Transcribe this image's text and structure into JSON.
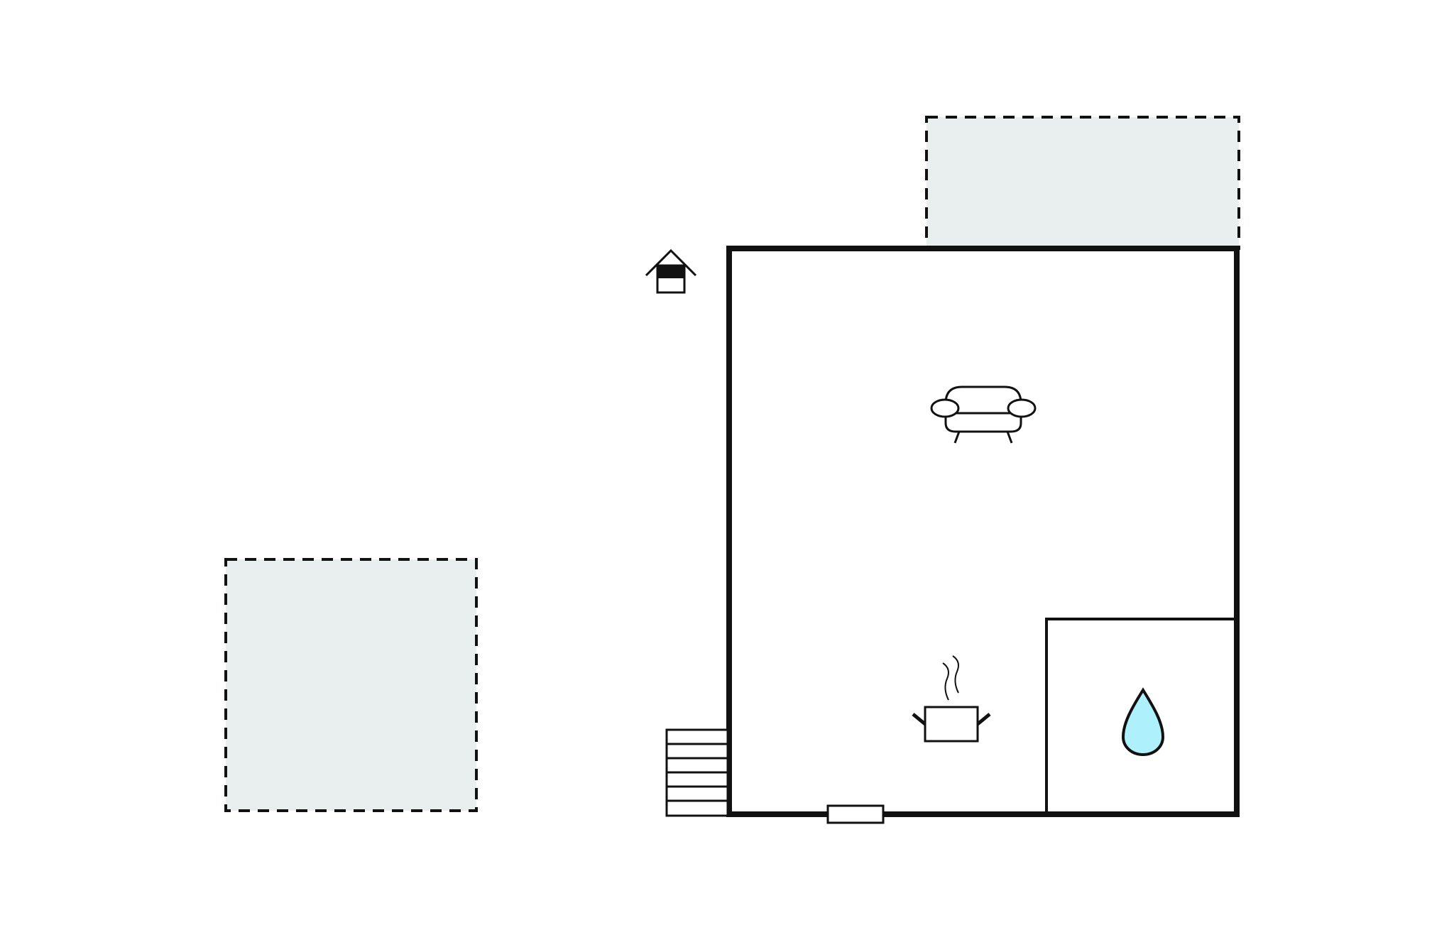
{
  "floorplan": {
    "colors": {
      "background": "#ffffff",
      "wall": "#111111",
      "outdoor_fill": "#e8efee",
      "outdoor_border": "#111111",
      "water_drop": "#aef0fb"
    },
    "rooms": [
      {
        "name": "main-room",
        "icon": "sofa-icon",
        "meaning": "living room"
      },
      {
        "name": "kitchen-area",
        "icon": "cooking-pot-icon",
        "meaning": "kitchen"
      },
      {
        "name": "bathroom",
        "icon": "water-drop-icon",
        "meaning": "bathroom"
      }
    ],
    "outdoor_areas": [
      "terrace-top",
      "terrace-left"
    ],
    "symbols": [
      "house-entrance-icon",
      "stairs",
      "door"
    ]
  }
}
